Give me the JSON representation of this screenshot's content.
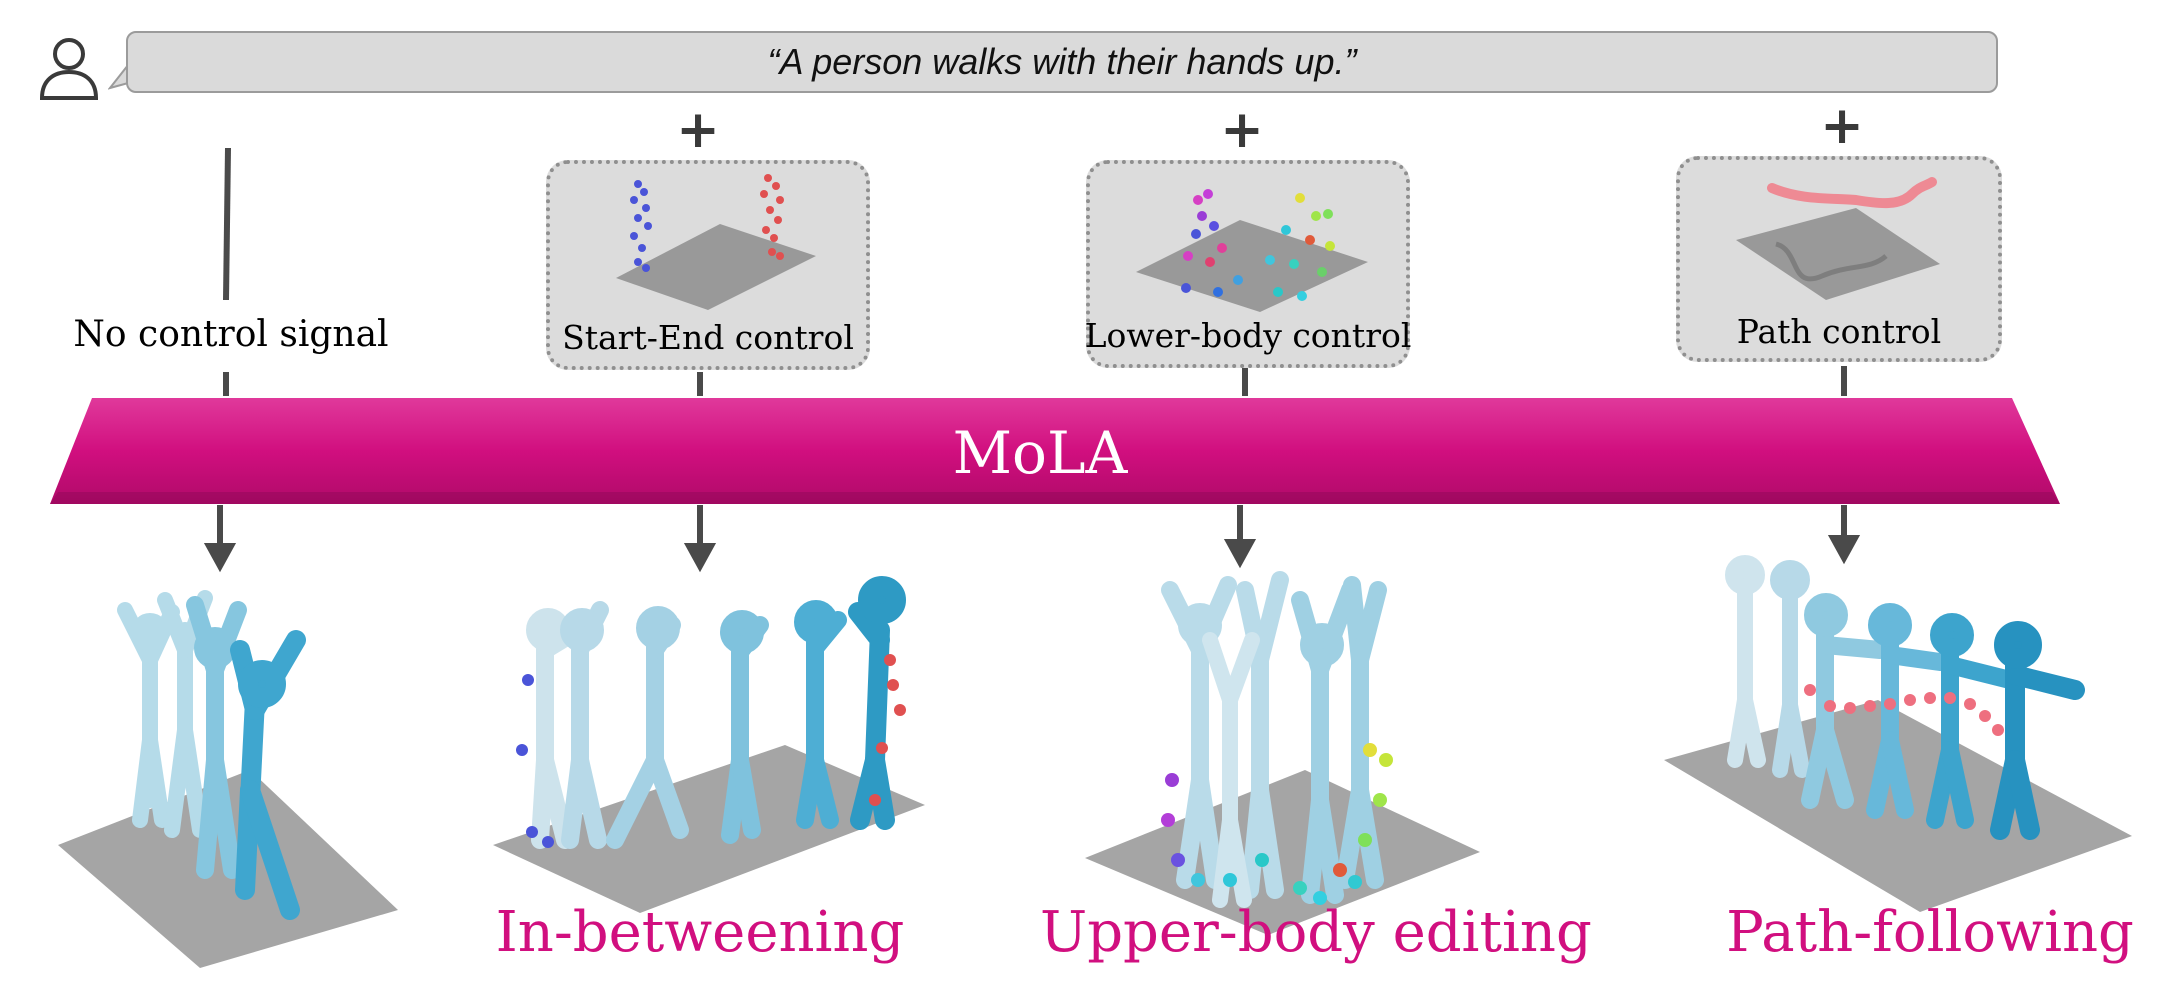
{
  "prompt": {
    "text": "“A person walks with their hands up.”"
  },
  "plus_sign": "+",
  "model": {
    "name": "MoLA",
    "color": "#d10f7f"
  },
  "columns": [
    {
      "control_label": "No control signal",
      "outcome_label": ""
    },
    {
      "control_label": "Start-End control",
      "outcome_label": "In-betweening"
    },
    {
      "control_label": "Lower-body control",
      "outcome_label": "Upper-body editing"
    },
    {
      "control_label": "Path control",
      "outcome_label": "Path-following"
    }
  ],
  "colors": {
    "accent": "#d10f7f",
    "panel_bg": "#dcdcdc",
    "bubble_bg": "#dadada",
    "floor": "#a3a3a3",
    "figure_light": "#a8d3e6",
    "figure_mid": "#6bbcdb",
    "figure_dark": "#2e9ac4"
  }
}
